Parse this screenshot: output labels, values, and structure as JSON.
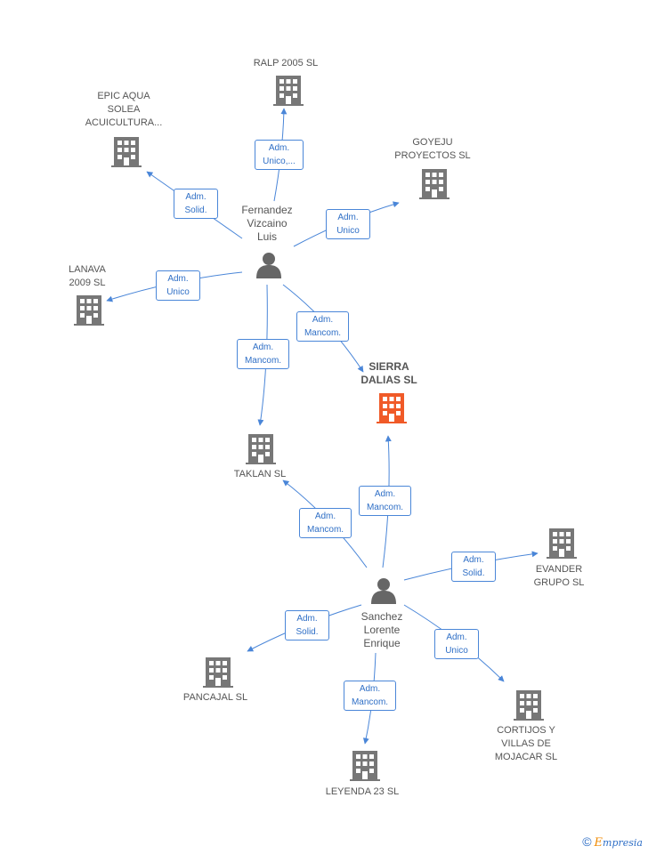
{
  "colors": {
    "edge": "#4a86d8",
    "company": "#777777",
    "main_company": "#f05a28",
    "person": "#666666"
  },
  "persons": {
    "fernandez": {
      "lines": [
        "Fernandez",
        "Vizcaino",
        "Luis"
      ]
    },
    "sanchez": {
      "lines": [
        "Sanchez",
        "Lorente",
        "Enrique"
      ]
    }
  },
  "companies": {
    "ralp": {
      "lines": [
        "RALP 2005 SL"
      ]
    },
    "epic": {
      "lines": [
        "EPIC AQUA",
        "SOLEA",
        "ACUICULTURA..."
      ]
    },
    "goyeju": {
      "lines": [
        "GOYEJU",
        "PROYECTOS SL"
      ]
    },
    "lanava": {
      "lines": [
        "LANAVA",
        "2009 SL"
      ]
    },
    "sierra": {
      "lines": [
        "SIERRA",
        "DALIAS SL"
      ]
    },
    "taklan": {
      "lines": [
        "TAKLAN SL"
      ]
    },
    "evander": {
      "lines": [
        "EVANDER",
        "GRUPO SL"
      ]
    },
    "pancajal": {
      "lines": [
        "PANCAJAL SL"
      ]
    },
    "cortijos": {
      "lines": [
        "CORTIJOS Y",
        "VILLAS DE",
        "MOJACAR SL"
      ]
    },
    "leyenda": {
      "lines": [
        "LEYENDA 23 SL"
      ]
    }
  },
  "relations": {
    "fernandez_ralp": {
      "lines": [
        "Adm.",
        "Unico,..."
      ]
    },
    "fernandez_epic": {
      "lines": [
        "Adm.",
        "Solid."
      ]
    },
    "fernandez_goyeju": {
      "lines": [
        "Adm.",
        "Unico"
      ]
    },
    "fernandez_lanava": {
      "lines": [
        "Adm.",
        "Unico"
      ]
    },
    "fernandez_sierra": {
      "lines": [
        "Adm.",
        "Mancom."
      ]
    },
    "fernandez_taklan": {
      "lines": [
        "Adm.",
        "Mancom."
      ]
    },
    "sanchez_sierra": {
      "lines": [
        "Adm.",
        "Mancom."
      ]
    },
    "sanchez_taklan": {
      "lines": [
        "Adm.",
        "Mancom."
      ]
    },
    "sanchez_evander": {
      "lines": [
        "Adm.",
        "Solid."
      ]
    },
    "sanchez_pancajal": {
      "lines": [
        "Adm.",
        "Solid."
      ]
    },
    "sanchez_cortijos": {
      "lines": [
        "Adm.",
        "Unico"
      ]
    },
    "sanchez_leyenda": {
      "lines": [
        "Adm.",
        "Mancom."
      ]
    }
  },
  "footer": {
    "copyright": "©",
    "brand_first": "E",
    "brand_rest": "mpresia"
  }
}
